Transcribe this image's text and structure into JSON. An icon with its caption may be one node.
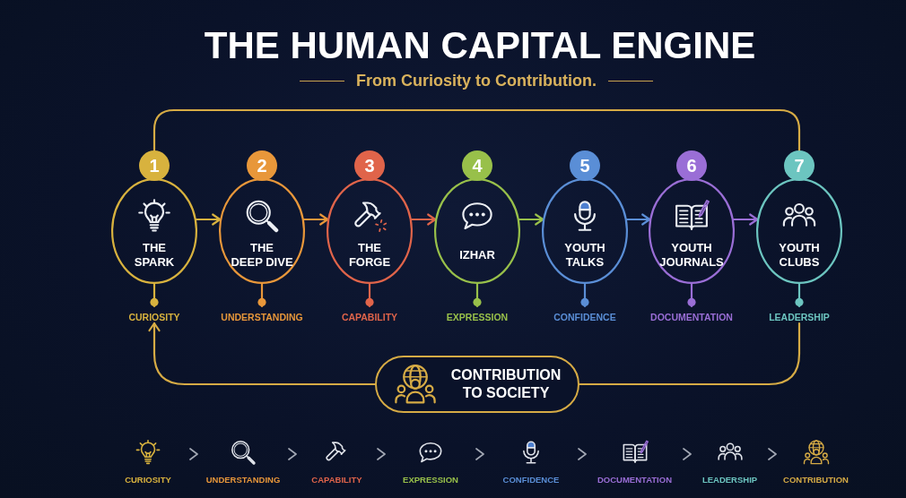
{
  "diagram": {
    "title": "THE HUMAN CAPITAL ENGINE",
    "nodes": [
      {
        "text": [
          "1"
        ]
      },
      {
        "text": [
          "THE SPARK"
        ]
      },
      {
        "text": [
          "CURIOSITY"
        ]
      },
      {
        "text": [
          "2"
        ]
      },
      {
        "text": [
          "THE DEEP DIVE"
        ]
      },
      {
        "text": [
          "UNDERSTANDING"
        ]
      },
      {
        "text": [
          "3"
        ]
      },
      {
        "text": [
          "THE FORGE"
        ]
      },
      {
        "text": [
          "CAPABILITY"
        ]
      },
      {
        "text": [
          "4"
        ]
      },
      {
        "text": [
          "IZHAR"
        ]
      },
      {
        "text": [
          "EXPRESSION"
        ]
      },
      {
        "text": [
          "5"
        ]
      },
      {
        "text": [
          "YOUTH TALKS"
        ]
      },
      {
        "text": [
          "CONFIDENCE"
        ]
      },
      {
        "text": [
          "6"
        ]
      },
      {
        "text": [
          "YOUTH JOURNALS"
        ]
      },
      {
        "text": [
          "DOCUMENTATION"
        ]
      },
      {
        "text": [
          "7"
        ]
      },
      {
        "text": [
          "YOUTH CLUBS"
        ]
      },
      {
        "text": [
          "LEADERSHIP"
        ]
      },
      {
        "text": [
          "CONTRIBUTION TO SOCIETY"
        ]
      },
      {
        "text": [
          "CURIOSITY"
        ]
      },
      {
        "text": [
          "UNDERSTANDING"
        ]
      },
      {
        "text": [
          "CAPABILITY"
        ]
      },
      {
        "text": [
          "EXPRESSION"
        ]
      },
      {
        "text": [
          "CONFIDENCE"
        ]
      },
      {
        "text": [
          "DOCUMENTATION"
        ]
      },
      {
        "text": [
          "LEADERSHIP"
        ]
      },
      {
        "text": [
          "CONTRIBUTION"
        ]
      }
    ],
    "edges": [
      {
        "from": 18,
        "to": 0,
        "arrow": "none",
        "color": "#d6ab45"
      },
      {
        "from": 1,
        "to": 4,
        "arrow": "to",
        "color": "#d8b23e"
      },
      {
        "from": 4,
        "to": 7,
        "arrow": "to",
        "color": "#e8973a"
      },
      {
        "from": 7,
        "to": 10,
        "arrow": "to",
        "color": "#e0644a"
      },
      {
        "from": 10,
        "to": 13,
        "arrow": "to",
        "color": "#98c04a"
      },
      {
        "from": 13,
        "to": 16,
        "arrow": "to",
        "color": "#5a8ed6"
      },
      {
        "from": 16,
        "to": 19,
        "arrow": "to",
        "color": "#9a6ed6"
      },
      {
        "from": 1,
        "to": 2,
        "arrow": "other",
        "color": "#d8b23e"
      },
      {
        "from": 4,
        "to": 5,
        "arrow": "other",
        "color": "#e8973a"
      },
      {
        "from": 7,
        "to": 8,
        "arrow": "other",
        "color": "#e0644a"
      },
      {
        "from": 10,
        "to": 11,
        "arrow": "other",
        "color": "#98c04a"
      },
      {
        "from": 13,
        "to": 14,
        "arrow": "other",
        "color": "#5a8ed6"
      },
      {
        "from": 16,
        "to": 17,
        "arrow": "other",
        "color": "#9a6ed6"
      },
      {
        "from": 19,
        "to": 20,
        "arrow": "other",
        "color": "#6cc5c0"
      },
      {
        "from": 20,
        "to": 21,
        "arrow": "none",
        "color": "#d6ab45"
      },
      {
        "from": 21,
        "to": 2,
        "arrow": "to",
        "color": "#d6ab45"
      },
      {
        "from": 22,
        "to": 23,
        "arrow": "to"
      },
      {
        "from": 23,
        "to": 24,
        "arrow": "to"
      },
      {
        "from": 24,
        "to": 25,
        "arrow": "to"
      },
      {
        "from": 25,
        "to": 26,
        "arrow": "to"
      },
      {
        "from": 26,
        "to": 27,
        "arrow": "to"
      },
      {
        "from": 27,
        "to": 28,
        "arrow": "to"
      },
      {
        "from": 28,
        "to": 29,
        "arrow": "to"
      }
    ],
    "labels": [
      "From Curiosity to Contribution."
    ]
  }
}
